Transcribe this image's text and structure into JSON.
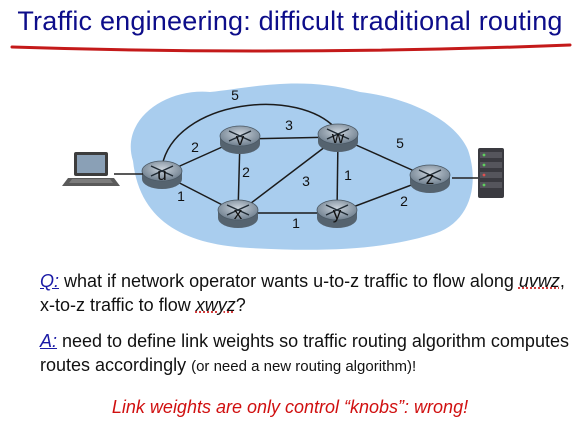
{
  "title": "Traffic engineering: difficult traditional routing",
  "colors": {
    "title": "#0d0d8a",
    "underline": "#c41a1a",
    "cloud": "#a9cdee",
    "router": "#6f7f8e",
    "key_label": "#1a1aa6",
    "conclusion": "#d01010"
  },
  "network": {
    "nodes": [
      {
        "id": "u",
        "label": "u"
      },
      {
        "id": "v",
        "label": "v"
      },
      {
        "id": "w",
        "label": "w"
      },
      {
        "id": "x",
        "label": "x"
      },
      {
        "id": "y",
        "label": "y"
      },
      {
        "id": "z",
        "label": "z"
      }
    ],
    "edges": [
      {
        "from": "u",
        "to": "w",
        "weight": "5"
      },
      {
        "from": "u",
        "to": "v",
        "weight": "2"
      },
      {
        "from": "u",
        "to": "x",
        "weight": "1"
      },
      {
        "from": "v",
        "to": "w",
        "weight": "3"
      },
      {
        "from": "v",
        "to": "x",
        "weight": "2"
      },
      {
        "from": "w",
        "to": "x",
        "weight": "3"
      },
      {
        "from": "w",
        "to": "y",
        "weight": "1"
      },
      {
        "from": "w",
        "to": "z",
        "weight": "5"
      },
      {
        "from": "x",
        "to": "y",
        "weight": "1"
      },
      {
        "from": "y",
        "to": "z",
        "weight": "2"
      }
    ],
    "host_icon": "laptop-icon",
    "server_icon": "server-icon"
  },
  "question": {
    "label": "Q:",
    "part1": " what if network operator wants u-to-z traffic to flow along ",
    "path1": "uvwz",
    "part2": ", x-to-z traffic to flow ",
    "path2": "xwyz",
    "part3": "?"
  },
  "answer": {
    "label": "A:",
    "part1": " need to define link weights so traffic routing algorithm computes routes accordingly ",
    "note": "(or need a new routing algorithm)!"
  },
  "conclusion": "Link weights are only control “knobs”: wrong!"
}
